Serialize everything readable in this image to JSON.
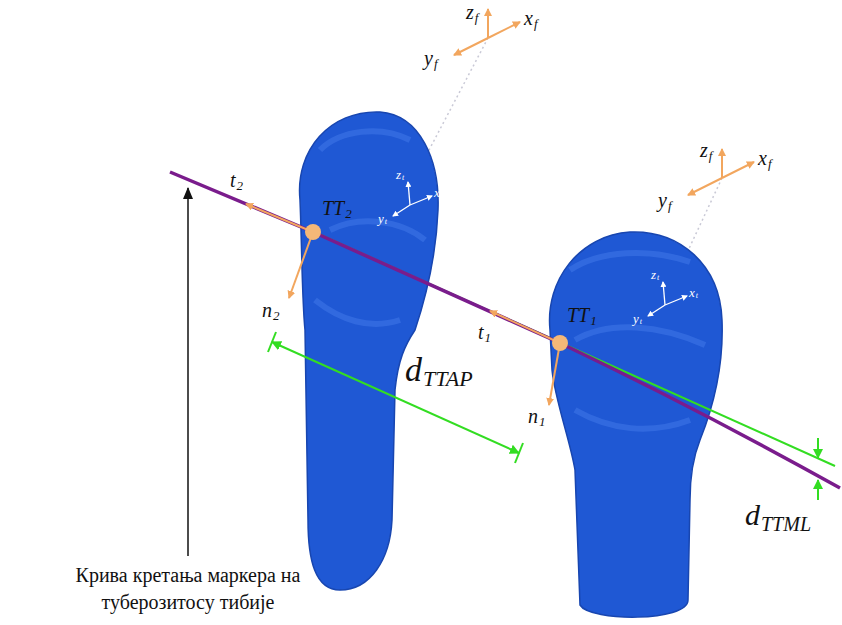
{
  "diagram": {
    "labels": [
      "z",
      "f",
      "x",
      "f",
      "y",
      "f",
      "z",
      "t",
      "x",
      "t",
      "y",
      "t",
      "t",
      "2",
      "TT",
      "2",
      "n",
      "2",
      "t",
      "1",
      "TT",
      "1",
      "n",
      "1",
      "z",
      "f",
      "x",
      "f",
      "y",
      "f",
      "z",
      "t",
      "x",
      "t",
      "y",
      "t",
      "d",
      "TTAP",
      "d",
      "TTML",
      "Крива кретања маркера на туберозитосу тибије"
    ]
  }
}
